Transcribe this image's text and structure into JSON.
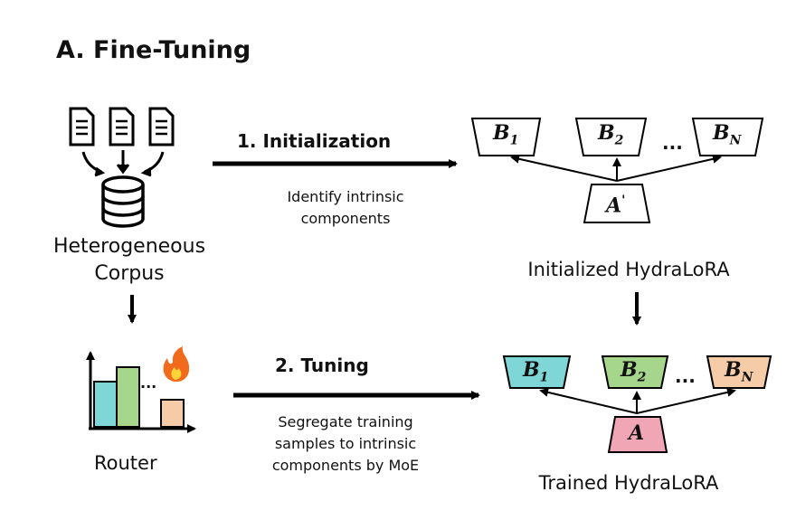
{
  "title": "A. Fine-Tuning",
  "corpus_label_line1": "Heterogeneous",
  "corpus_label_line2": "Corpus",
  "router_label": "Router",
  "step1": {
    "label": "1. Initialization",
    "description_line1": "Identify intrinsic",
    "description_line2": "components"
  },
  "step2": {
    "label": "2. Tuning",
    "description_line1": "Segregate training",
    "description_line2": "samples to intrinsic",
    "description_line3": "components by MoE"
  },
  "initialized": {
    "caption": "Initialized HydraLoRA",
    "b1": "B",
    "b1_sub": "1",
    "b2": "B",
    "b2_sub": "2",
    "bn": "B",
    "bn_sub": "N",
    "a": "A",
    "a_mark": "'",
    "dots": "..."
  },
  "trained": {
    "caption": "Trained HydraLoRA",
    "b1": "B",
    "b1_sub": "1",
    "b2": "B",
    "b2_sub": "2",
    "bn": "B",
    "bn_sub": "N",
    "a": "A",
    "dots": "..."
  },
  "router_dots": "...",
  "colors": {
    "b1_fill": "#7fd6d6",
    "b2_fill": "#a6d58c",
    "bn_fill": "#f6cba8",
    "a_fill": "#f0a6b4",
    "bar1": "#7fd6d6",
    "bar2": "#a6d58c",
    "bar3": "#f6cba8",
    "flame": "#f26a1b"
  },
  "icons": {
    "documents": "document-icon",
    "database": "database-icon",
    "fire": "fire-icon"
  }
}
